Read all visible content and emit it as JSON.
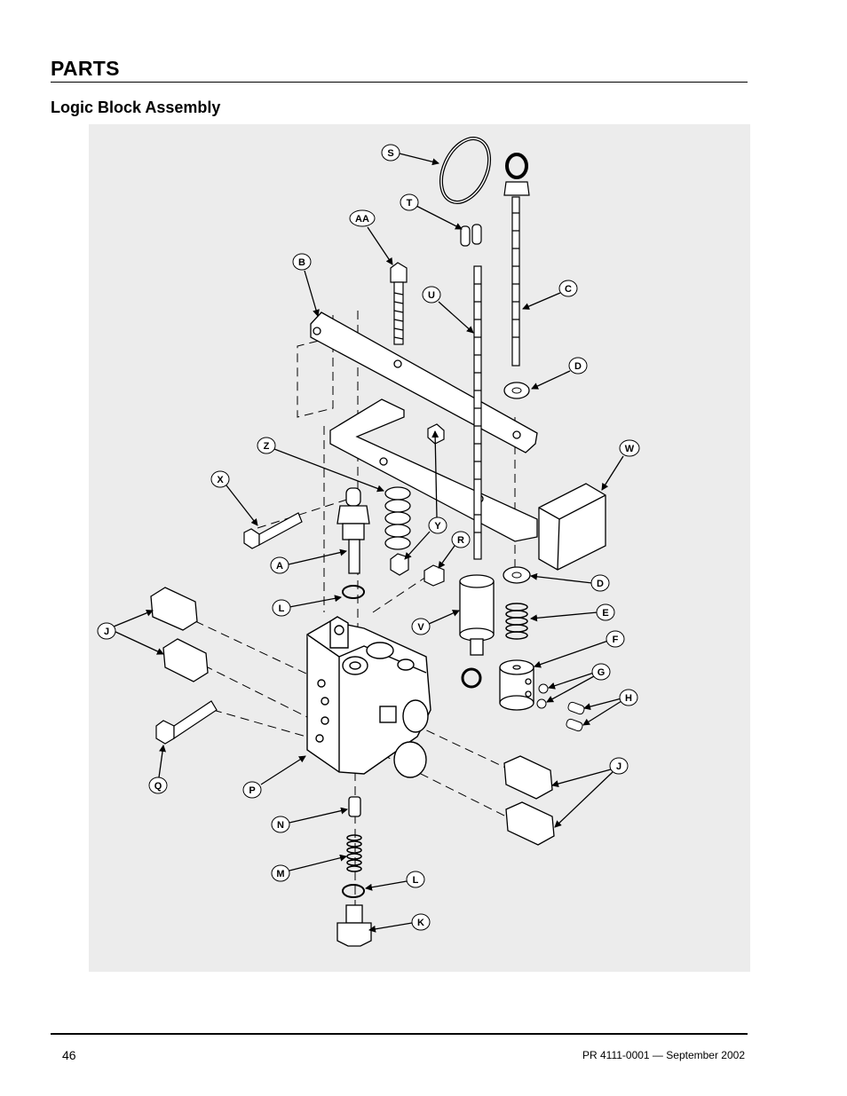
{
  "header": {
    "section": "PARTS",
    "subtitle": "Logic Block Assembly"
  },
  "figure": {
    "callouts": {
      "S": "S",
      "T": "T",
      "AA": "AA",
      "B": "B",
      "C": "C",
      "U": "U",
      "D": "D",
      "W": "W",
      "Z": "Z",
      "X": "X",
      "Y": "Y",
      "R": "R",
      "A": "A",
      "E": "E",
      "L": "L",
      "J": "J",
      "V": "V",
      "F": "F",
      "G": "G",
      "H": "H",
      "Q": "Q",
      "P": "P",
      "N": "N",
      "M": "M",
      "K": "K"
    }
  },
  "footer": {
    "page_number": "46",
    "document_ref": "PR 4111-0001 — September 2002"
  }
}
